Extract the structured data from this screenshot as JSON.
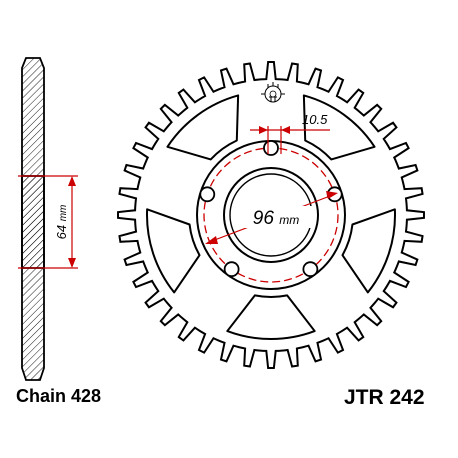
{
  "dimensions": {
    "bolt_spacing_value": "10.5",
    "bore_diameter_value": "96",
    "bore_diameter_unit": "mm",
    "side_width_value": "64",
    "side_width_unit": "mm"
  },
  "labels": {
    "chain": "Chain 428",
    "part_number": "JTR 242"
  },
  "sprocket": {
    "tooth_count": 40,
    "bolt_holes": 5
  },
  "colors": {
    "outline": "#000000",
    "dimension": "#cc0000",
    "hatch": "#000000",
    "background": "#ffffff"
  },
  "icons": {
    "logo": "jt-gear-logo-icon"
  }
}
